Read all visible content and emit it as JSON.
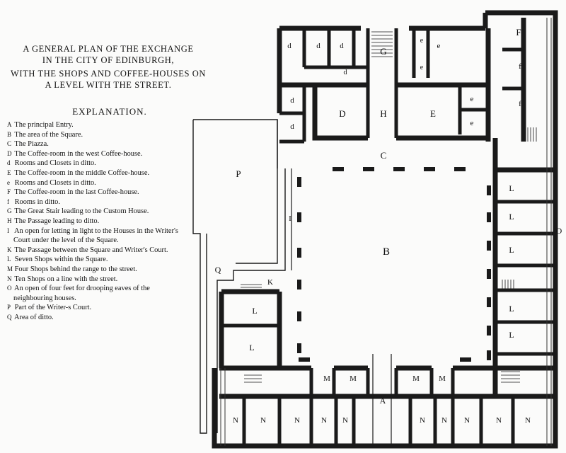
{
  "title": {
    "line1": "A General Plan of the Exchange",
    "line2": "in the City of Edinburgh,",
    "line3": "With the Shops and Coffee-houses on",
    "line4": "a level with the Street."
  },
  "explanation_heading": "Explanation.",
  "legend": [
    {
      "key": "A",
      "text": "The principal Entry."
    },
    {
      "key": "B",
      "text": "The area of the Square."
    },
    {
      "key": "C",
      "text": "The Piazza."
    },
    {
      "key": "D",
      "text": "The Coffee-room in the west Coffee-house."
    },
    {
      "key": "d",
      "text": "Rooms and Closets in ditto."
    },
    {
      "key": "E",
      "text": "The Coffee-room in the middle Coffee-house."
    },
    {
      "key": "e",
      "text": "Rooms and Closets in ditto."
    },
    {
      "key": "F",
      "text": "The Coffee-room in the last Coffee-house."
    },
    {
      "key": "f",
      "text": "Rooms in ditto."
    },
    {
      "key": "G",
      "text": "The Great Stair leading to the Custom House."
    },
    {
      "key": "H",
      "text": "The Passage leading to ditto."
    },
    {
      "key": "I",
      "text": "An open for letting in light to the Houses in the Writer's Court under the level of the Square."
    },
    {
      "key": "K",
      "text": "The Passage between the Square and Writer's Court."
    },
    {
      "key": "L",
      "text": "Seven Shops within the Square."
    },
    {
      "key": "M",
      "text": "Four Shops behind the range to the street."
    },
    {
      "key": "N",
      "text": "Ten Shops on a line with the street."
    },
    {
      "key": "O",
      "text": "An open of four feet for drooping eaves of the neighbouring houses."
    },
    {
      "key": "P",
      "text": "Part of the Writer-s Court."
    },
    {
      "key": "Q",
      "text": "Area of ditto."
    }
  ],
  "plan_labels": {
    "A": "A",
    "B": "B",
    "C": "C",
    "D": "D",
    "E": "E",
    "F": "F",
    "G": "G",
    "H": "H",
    "I": "I",
    "K": "K",
    "O": "O",
    "P": "P",
    "Q": "Q",
    "L": "L",
    "M": "M",
    "N": "N",
    "d": "d",
    "e": "e",
    "f": "f"
  },
  "colors": {
    "ink": "#1a1a1a",
    "paper": "#fbfbfa"
  }
}
